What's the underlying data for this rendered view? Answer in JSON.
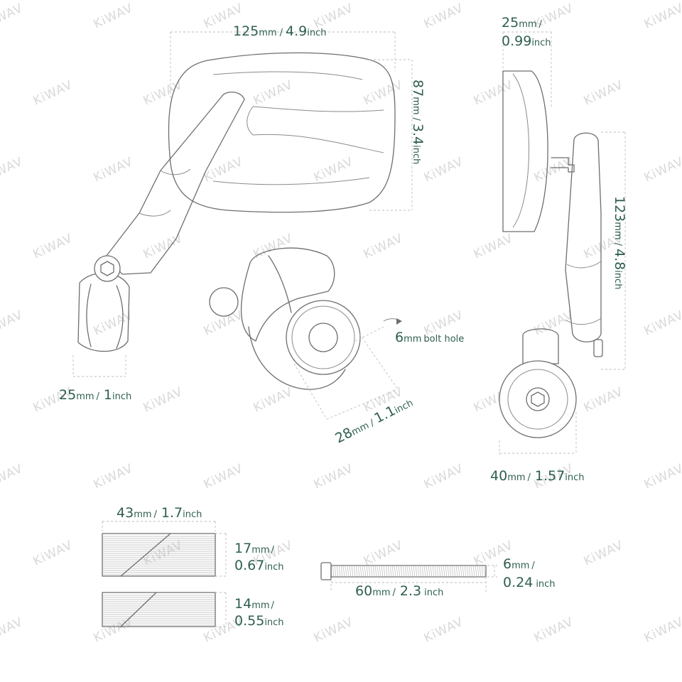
{
  "brand": {
    "watermark": "KiWAV"
  },
  "colors": {
    "dimension_text": "#2f5f4f",
    "outline": "#6e6e6e",
    "watermark": "#d9d9d9"
  },
  "dimensions": {
    "mirror_width": {
      "v": "125",
      "u1": "mm",
      "sep": "/",
      "v2": "4.9",
      "u2": "inch"
    },
    "mirror_height": {
      "v": "87",
      "u1": "mm",
      "sep": "/",
      "v2": "3.4",
      "u2": "inch"
    },
    "clamp_width": {
      "v": "25",
      "u1": "mm",
      "sep": "/",
      "v2": "1",
      "u2": "inch"
    },
    "bolt_hole": {
      "v": "6",
      "u1": "mm",
      "label": "bolt hole"
    },
    "clamp_diameter": {
      "v": "28",
      "u1": "mm",
      "sep": "/",
      "v2": "1.1",
      "u2": "inch"
    },
    "side_depth": {
      "v": "25",
      "u1": "mm",
      "sep": "/",
      "v2": "0.99",
      "u2": "inch"
    },
    "side_height": {
      "v": "123",
      "u1": "mm",
      "sep": "/",
      "v2": "4.8",
      "u2": "inch"
    },
    "base_width": {
      "v": "40",
      "u1": "mm",
      "sep": "/",
      "v2": "1.57",
      "u2": "inch"
    },
    "shim_width": {
      "v": "43",
      "u1": "mm",
      "sep": "/",
      "v2": "1.7",
      "u2": "inch"
    },
    "shim1_height": {
      "v": "17",
      "u1": "mm",
      "sep": "/",
      "v2": "0.67",
      "u2": "inch"
    },
    "shim2_height": {
      "v": "14",
      "u1": "mm",
      "sep": "/",
      "v2": "0.55",
      "u2": "inch"
    },
    "bolt_length": {
      "v": "60",
      "u1": "mm",
      "sep": "/",
      "v2": "2.3",
      "u2": "inch"
    },
    "bolt_diameter": {
      "v": "6",
      "u1": "mm",
      "sep": "/",
      "v2": "0.24",
      "u2": "inch"
    }
  }
}
